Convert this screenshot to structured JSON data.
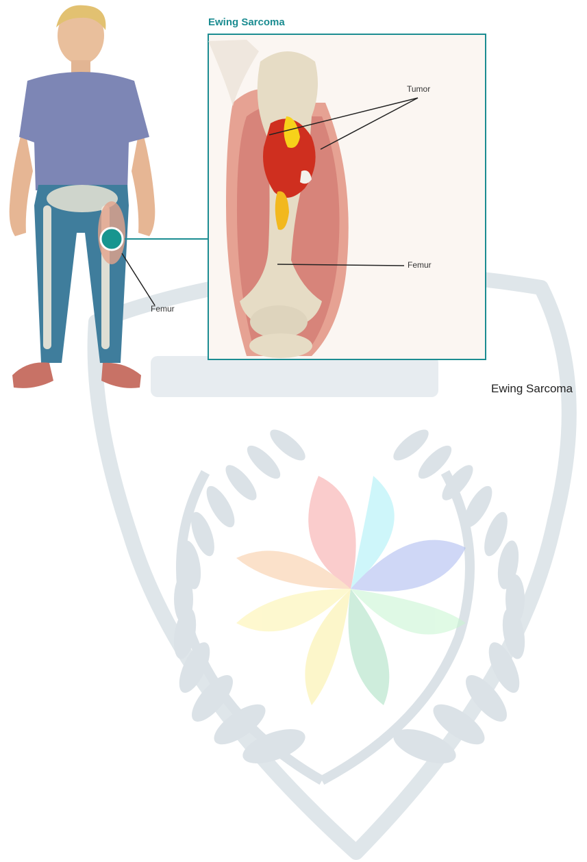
{
  "figure": {
    "title": "Ewing Sarcoma",
    "labels": {
      "tumor": "Tumor",
      "femur_detail": "Femur",
      "femur_body": "Femur"
    },
    "accent_color": "#1b8c91"
  },
  "caption": "Ewing Sarcoma",
  "watermark": {
    "icons": [
      "shield-emblem",
      "laurel-wreath",
      "pinwheel-flower"
    ]
  }
}
